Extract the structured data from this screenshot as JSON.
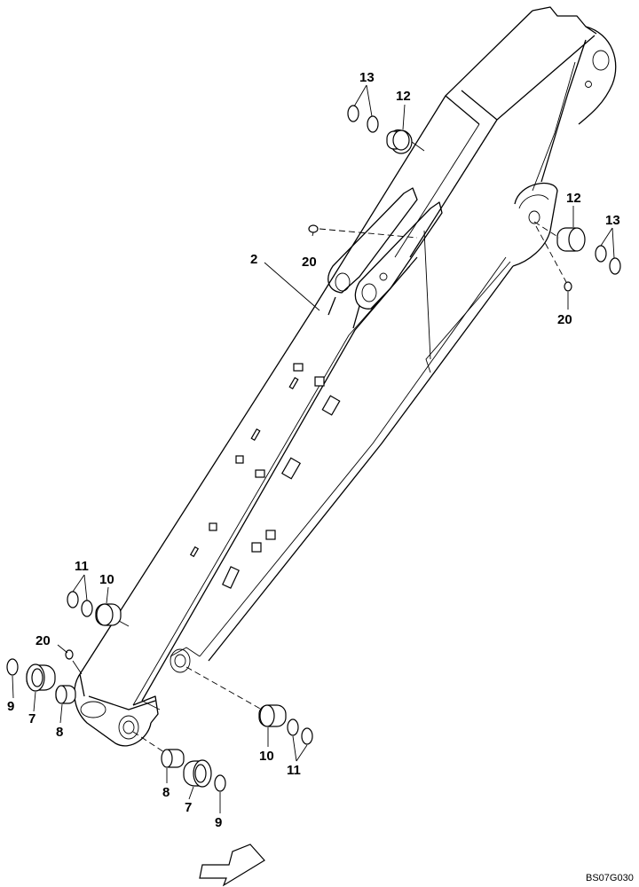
{
  "diagram": {
    "drawing_code": "BS07G030",
    "callouts": {
      "boom": "2",
      "bushing_a": "7",
      "bushing_b": "8",
      "ring": "9",
      "bushing_c": "10",
      "shim": "11",
      "bushing_d": "12",
      "shim_b": "13",
      "grease_fitting": "20"
    }
  }
}
